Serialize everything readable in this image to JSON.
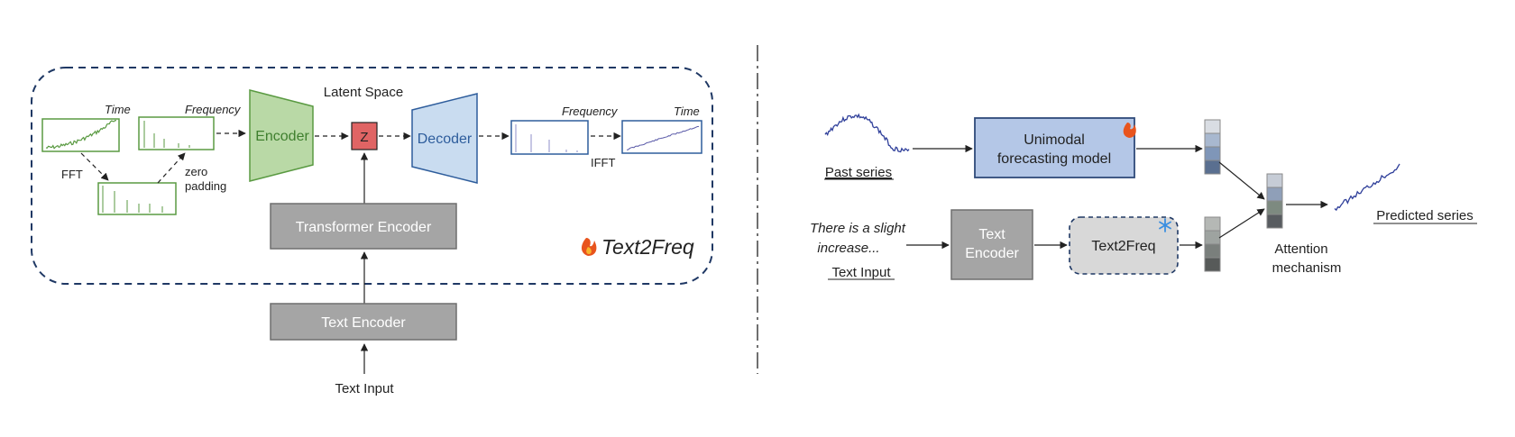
{
  "colors": {
    "green": "#5a9a42",
    "green_fill": "#b9d9a6",
    "blue": "#2e5d9c",
    "blue_fill": "#c9dcf0",
    "red_fill": "#e06464",
    "gray_box": "#a5a5a5",
    "dash_border": "#1f3864",
    "unimodal_fill": "#b4c7e7",
    "unimodal_border": "#2f4a7a",
    "series_line": "#2f3f9a",
    "fire": "#e8541d",
    "snow": "#3b8fe0"
  },
  "left_panel": {
    "title": "Text2Freq",
    "latent_space": "Latent Space",
    "encoder": "Encoder",
    "z": "Z",
    "decoder": "Decoder",
    "time_in": "Time",
    "frequency_in": "Frequency",
    "fft": "FFT",
    "zero_padding_1": "zero",
    "zero_padding_2": "padding",
    "frequency_out": "Frequency",
    "ifft": "IFFT",
    "time_out": "Time",
    "transformer_encoder": "Transformer Encoder",
    "text_encoder": "Text Encoder",
    "text_input": "Text Input",
    "icons": [
      "fire-icon"
    ]
  },
  "right_panel": {
    "past_series": "Past series",
    "unimodal_1": "Unimodal",
    "unimodal_2": "forecasting model",
    "text_example_1": "There is a slight",
    "text_example_2": "increase...",
    "text_input": "Text Input",
    "text_encoder_1": "Text",
    "text_encoder_2": "Encoder",
    "text2freq": "Text2Freq",
    "attention_1": "Attention",
    "attention_2": "mechanism",
    "predicted_series": "Predicted series",
    "icons": [
      "fire-icon",
      "snowflake-icon"
    ],
    "token_stack_1": [
      "#d9dde3",
      "#a8b8cf",
      "#7f96b8",
      "#5a6f90"
    ],
    "token_stack_2": [
      "#b5b8b5",
      "#9ea3a0",
      "#7a7f7c",
      "#575a59"
    ],
    "token_stack_3": [
      "#c6ccd6",
      "#8f9fb8",
      "#7d8a80",
      "#585c60"
    ]
  }
}
